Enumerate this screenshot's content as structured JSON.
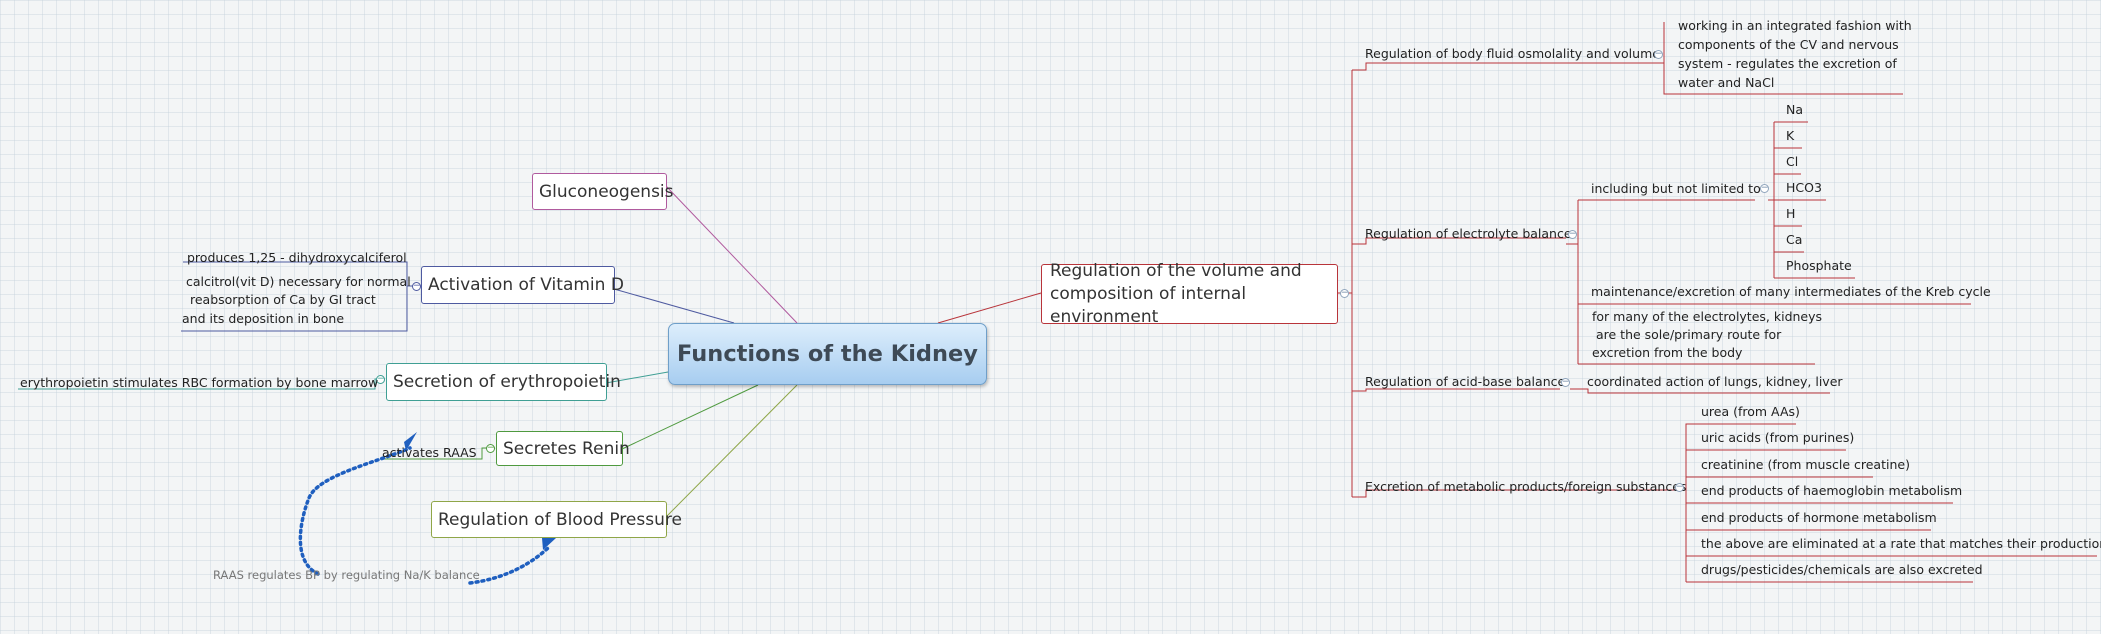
{
  "central": "Functions of the Kidney",
  "left": {
    "gluconeogenesis": "Gluconeogensis",
    "vitamin_d": {
      "label": "Activation of Vitamin D",
      "children": [
        "produces 1,25 - dihydroxycalciferol",
        [
          "calcitrol(vit D) necessary for normal",
          " reabsorption of Ca by GI tract",
          "and its deposition in bone"
        ]
      ]
    },
    "erythropoietin": {
      "label": "Secretion of erythropoietin",
      "children": [
        "erythropoietin stimulates RBC formation by bone marrow"
      ]
    },
    "renin": {
      "label": "Secretes Renin",
      "children": [
        "activates RAAS"
      ]
    },
    "blood_pressure": "Regulation of Blood Pressure",
    "relationship_note": "RAAS regulates BP by regulating Na/K balance"
  },
  "right": {
    "main": [
      "Regulation of the volume and",
      "composition of internal environment"
    ],
    "osmolality": {
      "label": "Regulation of body fluid osmolality and volume",
      "detail": [
        "working in an integrated fashion with",
        "components of the CV and nervous",
        "system - regulates the excretion of",
        "water and NaCl"
      ]
    },
    "electrolyte": {
      "label": "Regulation of electrolyte balance",
      "including": "including but not limited to",
      "ions": [
        "Na",
        "K",
        "Cl",
        "HCO3",
        "H",
        "Ca",
        "Phosphate"
      ],
      "kreb": "maintenance/excretion of many intermediates of the Kreb cycle",
      "sole_route": [
        "for many of the electrolytes, kidneys",
        " are the sole/primary route for",
        "excretion from the body"
      ]
    },
    "acid_base": {
      "label": "Regulation of acid-base balance",
      "detail": "coordinated action of lungs, kidney, liver"
    },
    "excretion": {
      "label": "Excretion of metabolic products/foreign substances",
      "items": [
        "urea (from AAs)",
        "uric acids (from purines)",
        "creatinine (from muscle creatine)",
        "end products of haemoglobin metabolism",
        "end products of hormone metabolism",
        "the above are eliminated at a rate that matches their production",
        "drugs/pesticides/chemicals are also excreted"
      ]
    }
  },
  "colors": {
    "central_border": "#6f9fc9",
    "gluconeogenesis": "#b05a9e",
    "vitamin_d": "#4e5aa0",
    "erythropoietin": "#3f9f94",
    "renin": "#4f9a3f",
    "blood_pressure": "#8fa648",
    "right_branch": "#b8343a",
    "relationship_arrow": "#1f5fbf"
  }
}
